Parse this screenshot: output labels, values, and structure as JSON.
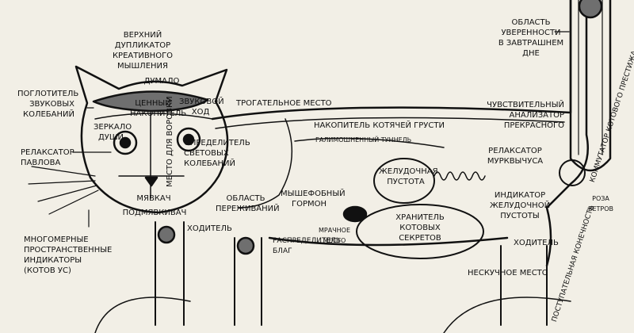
{
  "diagram": {
    "labels": {
      "verkhniy_duplikator": "ВЕРХНИЙ ДУПЛИКАТОР\nКРЕАТИВНОГО МЫШЛЕНИЯ",
      "dumalo": "ДУМАЛО",
      "pogloshchitel": "ПОГЛОТИТЕЛЬ\nЗВУКОВЫХ\nКОЛЕБАНИЙ",
      "tsennyy_nakopitel": "ЦЕННЫЙ\nНАКОПИТЕЛЬ",
      "zvukovoy_khod": "ЗВУКОВОЙ\nХОД",
      "zerkalo_dushi": "ЗЕРКАЛО\nДУШИ",
      "relaksator_pavlova": "РЕЛАКСАТОР\nПАВЛОВА",
      "mesto_dlya_vorovki": "МЕСТО\nДЛЯ ВОРОВКИ",
      "opredelitel_svetovykh": "ОПРЕДЕЛИТЕЛЬ\nСВЕТОВЫХ\nКОЛЕБАНИЙ",
      "myavkach": "МЯВКАЧ",
      "podmyavkivach": "ПОДМЯВКИВАЧ",
      "mnogomernye": "МНОГОМЕРНЫЕ\nПРОСТРАНСТВЕННЫЕ\nИНДИКАТОРЫ\n(КОТОВ УС)",
      "trogatelnoe_mesto": "ТРОГАТЕЛЬНОЕ МЕСТО",
      "nakopitel_grusti": "НАКОПИТЕЛЬ КОТЯЧЕЙ ГРУСТИ",
      "galimy_tunnel": "ГАЛИМОШНЕННЫЙ ТУННЕЛЬ",
      "oblast_perezhivaniy": "ОБЛАСТЬ\nПЕРЕЖИВАНИЙ",
      "myshefobny_gormon": "МЫШЕФОБНЫЙ\nГОРМОН",
      "zheludochnaya_pustota": "ЖЕЛУДОЧНАЯ\nПУСТОТА",
      "khranitel_sekretov": "ХРАНИТЕЛЬ\nКОТОВЫХ\nСЕКРЕТОВ",
      "indikator_pustoty": "ИНДИКАТОР ЖЕЛУДОЧНОЙ\nПУСТОТЫ",
      "khoditel_left": "ХОДИТЕЛЬ",
      "khoditel_right": "ХОДИТЕЛЬ",
      "mrachnoe_mesto": "МРАЧНОЕ\nМЕСТО",
      "raspredelitel_blag": "РАСПРЕДЕЛИТЕЛЬ\nБЛАГ",
      "neskuchnoe_mesto": "НЕСКУЧНОЕ МЕСТО",
      "postupatelnaya": "ПОСТУПАТЕЛЬНАЯ КОНЕЧНОСТЬ",
      "oblast_uverennosti": "ОБЛАСТЬ\nУВЕРЕННОСТИ\nВ ЗАВТРАШНЕМ\nДНЕ",
      "kommutator": "КОММУТАТОР КОТОВОГО ПРЕСТИЖА",
      "chuvstvitelny_analizator": "ЧУВСТВИТЕЛЬНЫЙ\nАНАЛИЗАТОР\nПРЕКРАСНОГО",
      "relaksator_murkv": "РЕЛАКСАТОР\nМУРКВЫЧУСА",
      "roza_vetrov": "РОЗА\nВЕТРОВ"
    },
    "colors": {
      "paper": "#f2efe6",
      "ink": "#111111",
      "shade": "#6f6f6f"
    }
  }
}
